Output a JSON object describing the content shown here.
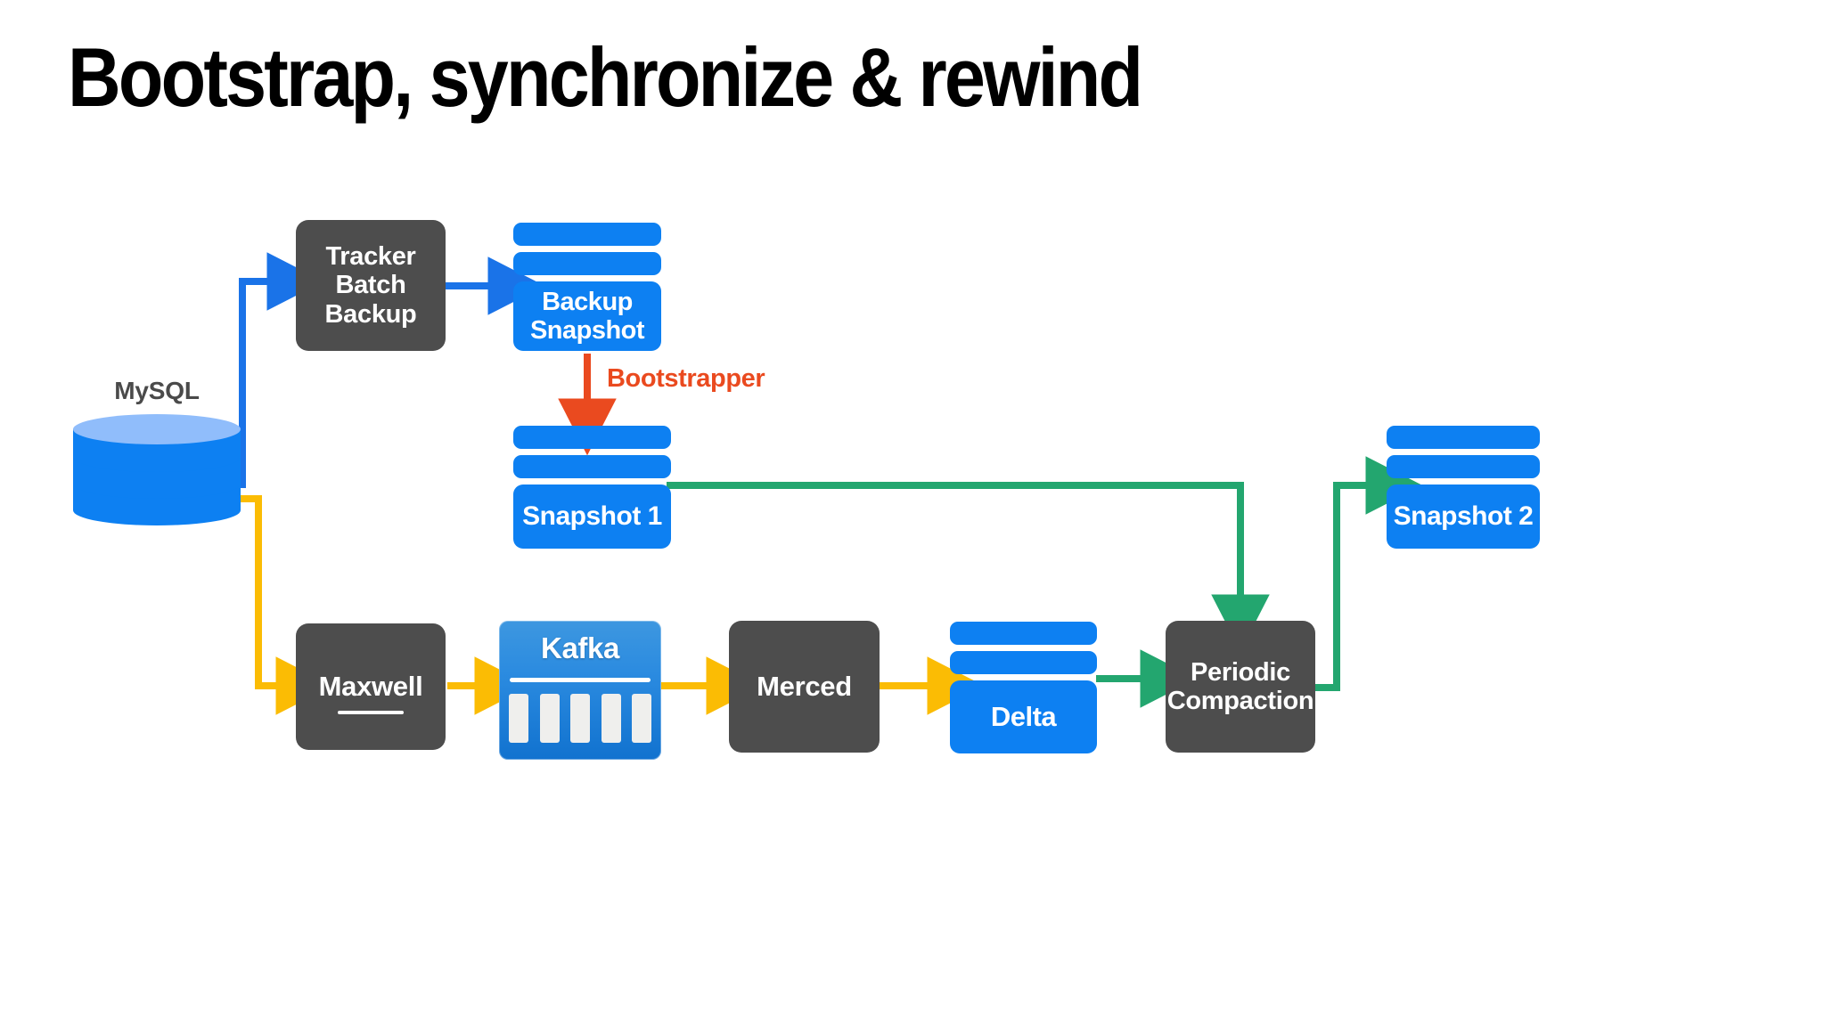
{
  "title": "Bootstrap, synchronize & rewind",
  "colors": {
    "background": "#ffffff",
    "title_text": "#000000",
    "process_box": "#4d4d4d",
    "process_text": "#ffffff",
    "datastore_blue": "#0d80f2",
    "datastore_blue_light": "#90bdfb",
    "edge_blue": "#1a73e8",
    "edge_yellow": "#fbbc04",
    "edge_green": "#23a66f",
    "edge_orange": "#ea4a1f",
    "kafka_gradient_top": "#3d97e0",
    "kafka_gradient_bottom": "#1172cf",
    "kafka_bar": "#efefed"
  },
  "nodes": {
    "mysql": {
      "label": "MySQL",
      "type": "database-cylinder"
    },
    "tracker_batch_backup": {
      "label": "Tracker\nBatch\nBackup",
      "type": "process"
    },
    "backup_snapshot": {
      "label": "Backup\nSnapshot",
      "type": "snapshot-stack"
    },
    "snapshot1": {
      "label": "Snapshot 1",
      "type": "snapshot-stack"
    },
    "snapshot2": {
      "label": "Snapshot 2",
      "type": "snapshot-stack"
    },
    "maxwell": {
      "label": "Maxwell",
      "type": "process"
    },
    "kafka": {
      "label": "Kafka",
      "type": "queue",
      "partitions": 5
    },
    "merced": {
      "label": "Merced",
      "type": "process"
    },
    "delta": {
      "label": "Delta",
      "type": "snapshot-stack"
    },
    "periodic_compaction": {
      "label": "Periodic\nCompaction",
      "type": "process"
    }
  },
  "edges": {
    "bootstrapper_label": "Bootstrapper",
    "list": [
      {
        "from": "mysql",
        "to": "tracker_batch_backup",
        "color": "#1a73e8",
        "label": ""
      },
      {
        "from": "tracker_batch_backup",
        "to": "backup_snapshot",
        "color": "#1a73e8",
        "label": ""
      },
      {
        "from": "backup_snapshot",
        "to": "snapshot1",
        "color": "#ea4a1f",
        "label": "Bootstrapper"
      },
      {
        "from": "mysql",
        "to": "maxwell",
        "color": "#fbbc04",
        "label": ""
      },
      {
        "from": "maxwell",
        "to": "kafka",
        "color": "#fbbc04",
        "label": ""
      },
      {
        "from": "kafka",
        "to": "merced",
        "color": "#fbbc04",
        "label": ""
      },
      {
        "from": "merced",
        "to": "delta",
        "color": "#fbbc04",
        "label": ""
      },
      {
        "from": "delta",
        "to": "periodic_compaction",
        "color": "#23a66f",
        "label": ""
      },
      {
        "from": "snapshot1",
        "to": "periodic_compaction",
        "color": "#23a66f",
        "label": ""
      },
      {
        "from": "periodic_compaction",
        "to": "snapshot2",
        "color": "#23a66f",
        "label": ""
      }
    ]
  }
}
